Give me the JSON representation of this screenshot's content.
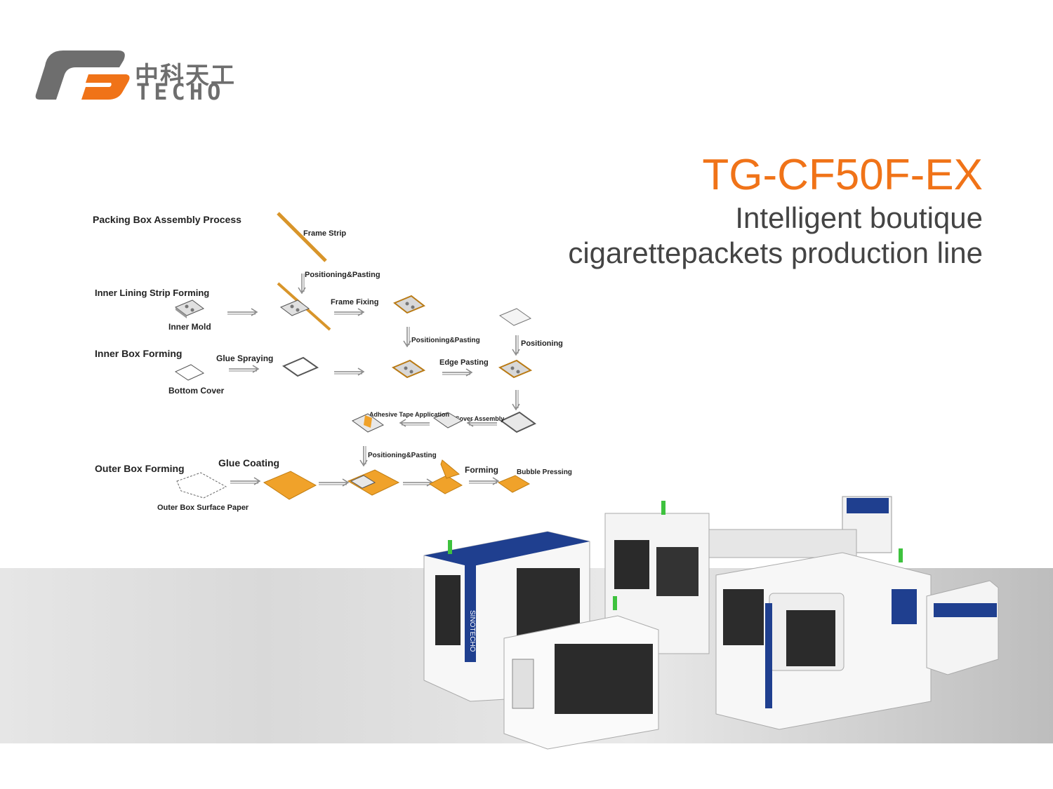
{
  "brand": {
    "name_cn": "中科天工",
    "name_en": "TECHO"
  },
  "header": {
    "model": "TG-CF50F-EX",
    "subtitle_line1": "Intelligent boutique",
    "subtitle_line2": "cigarettepackets production line"
  },
  "diagram": {
    "title": "Packing Box Assembly Process",
    "sections": {
      "inner_lining": "Inner Lining Strip Forming",
      "inner_box": "Inner Box Forming",
      "outer_box": "Outer Box Forming"
    },
    "labels": {
      "frame_strip": "Frame Strip",
      "positioning_pasting_1": "Positioning&Pasting",
      "inner_mold": "Inner Mold",
      "frame_fixing": "Frame Fixing",
      "positioning_pasting_2": "Positioning&Pasting",
      "positioning": "Positioning",
      "glue_spraying": "Glue Spraying",
      "bottom_cover": "Bottom Cover",
      "edge_pasting": "Edge Pasting",
      "adhesive_tape": "Adhesive Tape Application",
      "cover_assembly": "Cover Assembly",
      "positioning_pasting_3": "Positioning&Pasting",
      "glue_coating": "Glue Coating",
      "forming": "Forming",
      "bubble_pressing": "Bubble Pressing",
      "outer_box_paper": "Outer Box Surface Paper"
    }
  },
  "machine": {
    "brand_plate": "SINOTECHO"
  },
  "colors": {
    "accent": "#f07318",
    "logo_gray": "#6e6e6e",
    "machine_blue": "#1f3f8f",
    "box_orange": "#f0a22a"
  }
}
